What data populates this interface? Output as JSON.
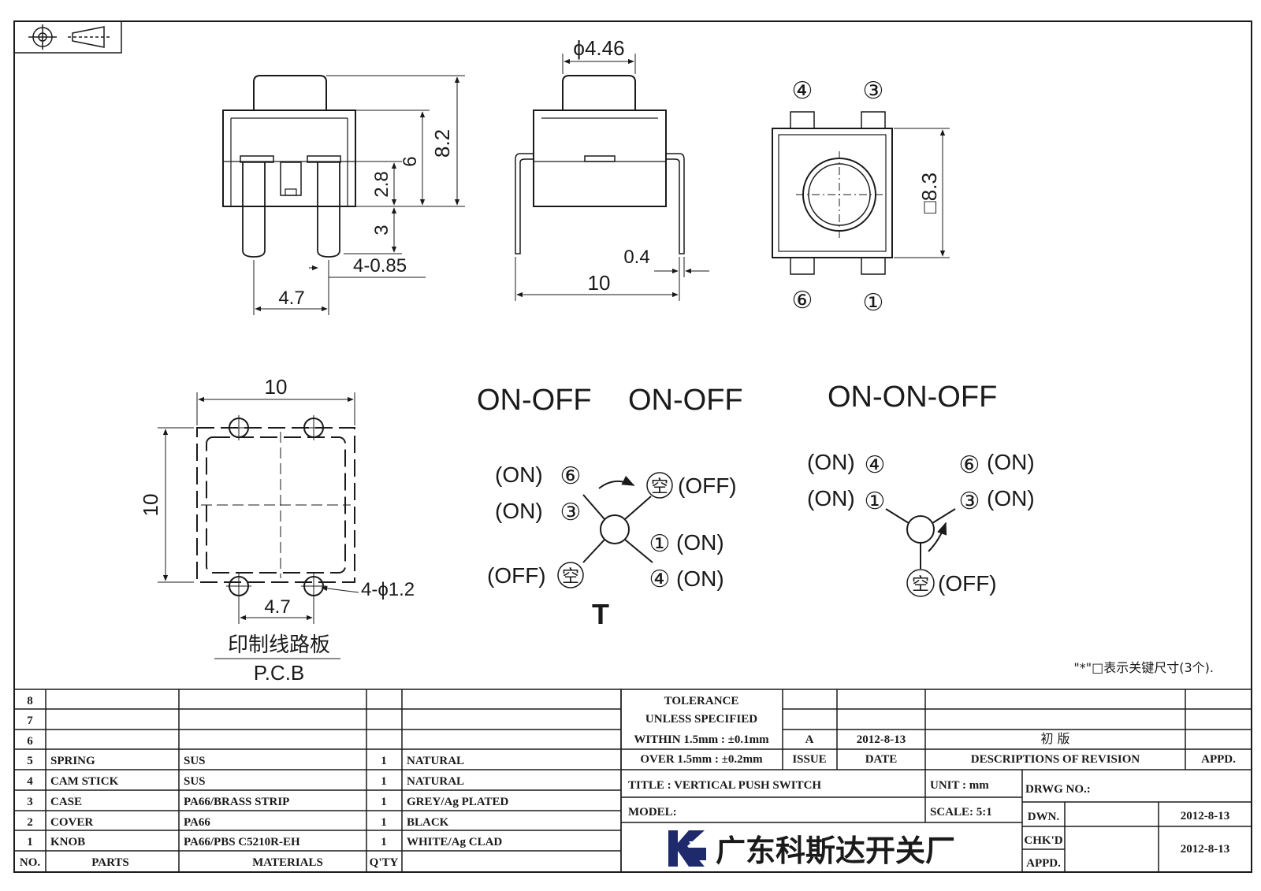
{
  "drawing": {
    "projection_symbol": "projection-symbol-icon",
    "side_view": {
      "dim_height_total": "8.2",
      "dim_body": "6",
      "dim_pin_upper": "2.8",
      "dim_pin_lower": "3",
      "dim_pin_width": "4-0.85",
      "dim_pitch": "4.7"
    },
    "front_view": {
      "dim_knob_dia": "ϕ4.46",
      "dim_thickness": "0.4",
      "dim_width": "10"
    },
    "top_view": {
      "dim_square": "□8.3",
      "pin_labels": [
        "④",
        "③",
        "⑥",
        "①"
      ]
    },
    "pcb": {
      "dim_width": "10",
      "dim_height": "10",
      "dim_pitch": "4.7",
      "dim_holes": "4-ϕ1.2",
      "label_cn": "印制线路板",
      "label_en": "P.C.B"
    },
    "schematics": {
      "title_left_a": "ON-OFF",
      "title_left_b": "ON-OFF",
      "title_right": "ON-ON-OFF",
      "t_label": "T",
      "left": {
        "l1": "(ON)",
        "p1": "⑥",
        "l2": "(ON)",
        "p2": "③",
        "l3": "(OFF)",
        "p3": "空",
        "p4": "空",
        "l4": "(OFF)",
        "p5": "①",
        "l5": "(ON)",
        "p6": "④",
        "l6": "(ON)"
      },
      "right": {
        "l1": "(ON)",
        "p1": "④",
        "l2": "(ON)",
        "p2": "①",
        "p3": "⑥",
        "l3": "(ON)",
        "p4": "③",
        "l4": "(ON)",
        "p5": "空",
        "l5": "(OFF)"
      }
    },
    "note": "\"*\"□表示关键尺寸(3个)."
  },
  "bom": {
    "rows": [
      {
        "no": "8",
        "part": "",
        "material": "",
        "qty": "",
        "finish": ""
      },
      {
        "no": "7",
        "part": "",
        "material": "",
        "qty": "",
        "finish": ""
      },
      {
        "no": "6",
        "part": "",
        "material": "",
        "qty": "",
        "finish": ""
      },
      {
        "no": "5",
        "part": "SPRING",
        "material": "SUS",
        "qty": "1",
        "finish": "NATURAL"
      },
      {
        "no": "4",
        "part": "CAM STICK",
        "material": "SUS",
        "qty": "1",
        "finish": "NATURAL"
      },
      {
        "no": "3",
        "part": "CASE",
        "material": "PA66/BRASS STRIP",
        "qty": "1",
        "finish": "GREY/Ag PLATED"
      },
      {
        "no": "2",
        "part": "COVER",
        "material": "PA66",
        "qty": "1",
        "finish": "BLACK"
      },
      {
        "no": "1",
        "part": "KNOB",
        "material": "PA66/PBS C5210R-EH",
        "qty": "1",
        "finish": "WHITE/Ag CLAD"
      }
    ],
    "header": {
      "no": "NO.",
      "part": "PARTS",
      "material": "MATERIALS",
      "qty": "Q'TY"
    }
  },
  "title_block": {
    "tolerance_1": "TOLERANCE",
    "tolerance_2": "UNLESS  SPECIFIED",
    "tolerance_3": "WITHIN 1.5mm : ±0.1mm",
    "tolerance_4": "OVER 1.5mm : ±0.2mm",
    "issue_value": "A",
    "date_value": "2012-8-13",
    "revision_value": "初  版",
    "issue_label": "ISSUE",
    "date_label": "DATE",
    "revision_label": "DESCRIPTIONS OF REVISION",
    "appd_label": "APPD.",
    "title": "TITLE :  VERTICAL PUSH SWITCH",
    "unit": "UNIT :  mm",
    "drwg_no": "DRWG NO.:",
    "model": "MODEL:",
    "scale": "SCALE:  5:1",
    "dwn_label": "DWN.",
    "dwn_date": "2012-8-13",
    "chkd_label": "CHK'D",
    "chkd_date": "2012-8-13",
    "appd2_label": "APPD.",
    "company": "广东科斯达开关厂"
  }
}
